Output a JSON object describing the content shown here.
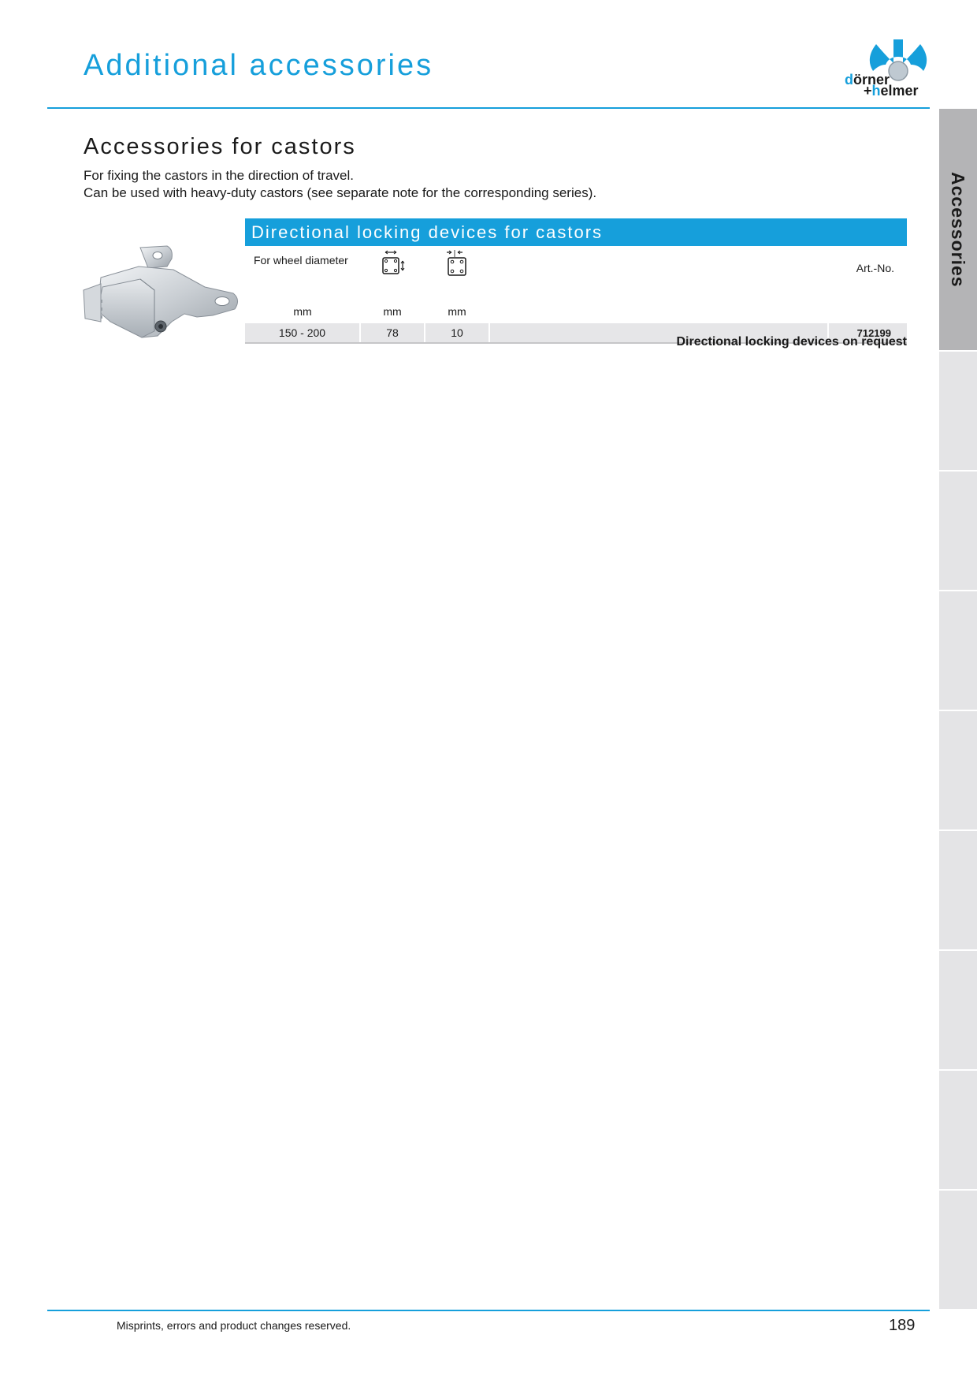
{
  "header": {
    "title": "Additional accessories",
    "logo": {
      "line1_prefix": "d",
      "line1_rest": "örner",
      "line2_prefix": "+",
      "line2_accent": "h",
      "line2_rest": "elmer",
      "accent_color": "#169fdb"
    }
  },
  "side_tabs": {
    "active_label": "Accessories"
  },
  "section": {
    "title": "Accessories for castors",
    "intro_lines": [
      "For fixing the castors in the direction of travel.",
      "Can be used with heavy-duty castors (see separate note for the corresponding series)."
    ]
  },
  "table": {
    "header": "Directional locking devices for castors",
    "columns": {
      "wheel_diameter": "For wheel diameter",
      "plate_spacing_icon": "plate-hole-spacing-icon",
      "hole_diameter_icon": "plate-hole-diameter-icon",
      "art_no": "Art.-No."
    },
    "units": [
      "mm",
      "mm",
      "mm"
    ],
    "rows": [
      {
        "wheel_diameter": "150 - 200",
        "dim_a": "78",
        "dim_b": "10",
        "art_no": "712199"
      }
    ],
    "note_bold": "Directional locking devices",
    "note_rest": " on request"
  },
  "footer": {
    "disclaimer": "Misprints, errors and product changes reserved.",
    "page_number": "189"
  },
  "colors": {
    "brand_blue": "#169fdb",
    "tab_active": "#b4b4b6",
    "tab_inactive": "#e4e4e6",
    "row_bg": "#e6e6e8"
  }
}
